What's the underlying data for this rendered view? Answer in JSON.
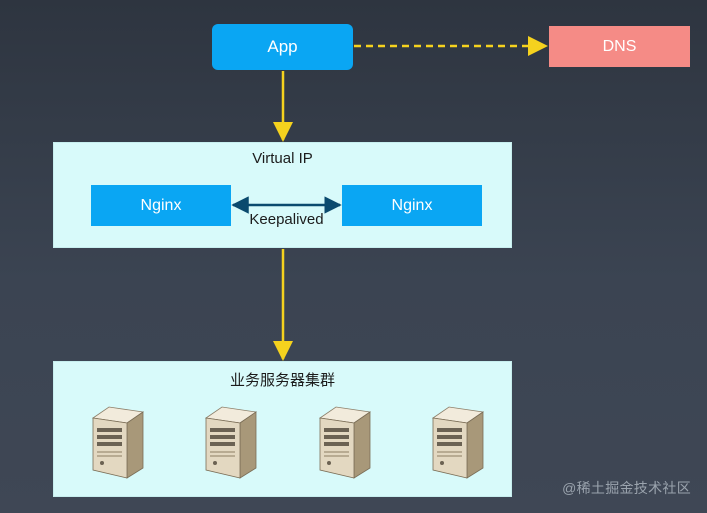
{
  "nodes": {
    "app": "App",
    "dns": "DNS",
    "virtual_ip": "Virtual IP",
    "nginx_left": "Nginx",
    "nginx_right": "Nginx",
    "keepalived": "Keepalived",
    "cluster": "业务服务器集群"
  },
  "watermark": "@稀土掘金技术社区",
  "icons": {
    "server": "server-icon"
  },
  "colors": {
    "background": "#333b47",
    "node_blue": "#0aa6f3",
    "dns_red": "#f58b86",
    "panel_cyan": "#d8fafa",
    "arrow_yellow": "#f5d21e",
    "link_navy": "#0b4a6e"
  }
}
